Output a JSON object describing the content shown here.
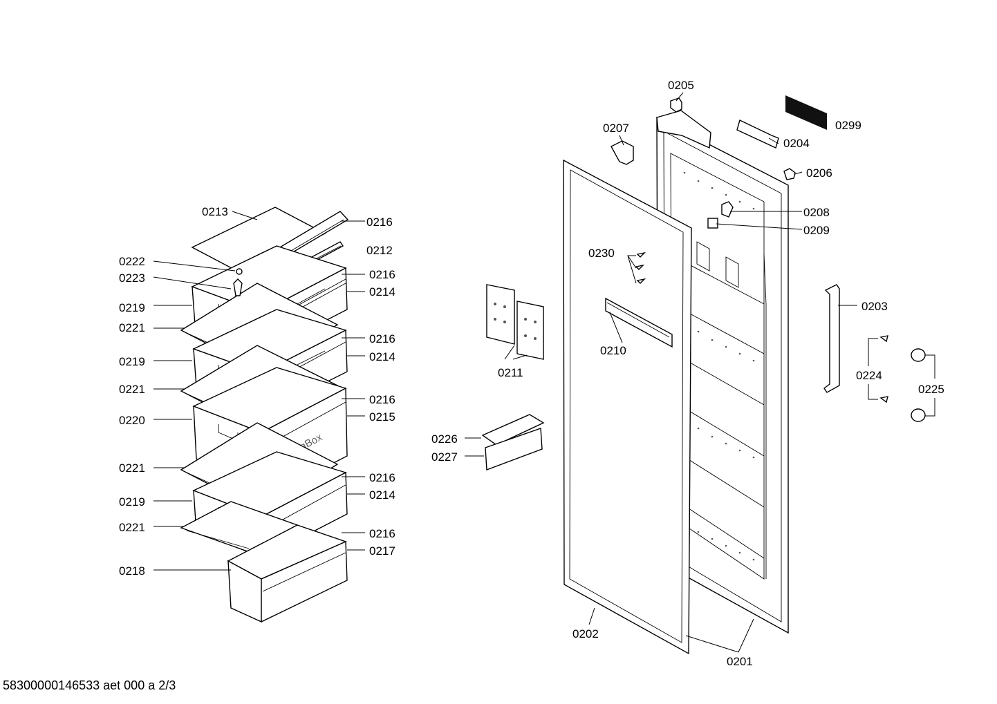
{
  "footer": {
    "document_id": "58300000146533 aet 000 a 2/3"
  },
  "drawer_text": "BigBox",
  "callouts": [
    {
      "id": "0213"
    },
    {
      "id": "0216"
    },
    {
      "id": "0212"
    },
    {
      "id": "0222"
    },
    {
      "id": "0223"
    },
    {
      "id": "0216"
    },
    {
      "id": "0214"
    },
    {
      "id": "0219"
    },
    {
      "id": "0221"
    },
    {
      "id": "0216"
    },
    {
      "id": "0219"
    },
    {
      "id": "0214"
    },
    {
      "id": "0221"
    },
    {
      "id": "0216"
    },
    {
      "id": "0220"
    },
    {
      "id": "0215"
    },
    {
      "id": "0221"
    },
    {
      "id": "0216"
    },
    {
      "id": "0219"
    },
    {
      "id": "0214"
    },
    {
      "id": "0221"
    },
    {
      "id": "0216"
    },
    {
      "id": "0217"
    },
    {
      "id": "0218"
    },
    {
      "id": "0205"
    },
    {
      "id": "0299"
    },
    {
      "id": "0207"
    },
    {
      "id": "0204"
    },
    {
      "id": "0206"
    },
    {
      "id": "0208"
    },
    {
      "id": "0209"
    },
    {
      "id": "0230"
    },
    {
      "id": "0203"
    },
    {
      "id": "0210"
    },
    {
      "id": "0211"
    },
    {
      "id": "0224"
    },
    {
      "id": "0225"
    },
    {
      "id": "0226"
    },
    {
      "id": "0227"
    },
    {
      "id": "0202"
    },
    {
      "id": "0201"
    }
  ]
}
